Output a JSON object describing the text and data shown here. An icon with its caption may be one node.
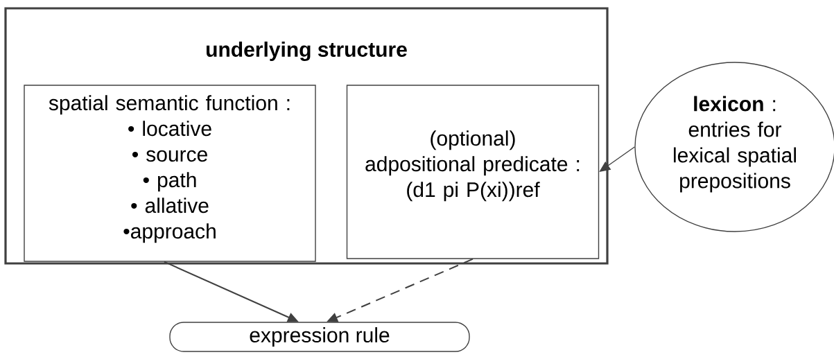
{
  "diagram": {
    "nodes": [
      {
        "text": [
          "underlying structure"
        ]
      },
      {
        "text": [
          "spatial semantic function :",
          "• locative",
          "• source",
          "• path",
          "• allative",
          "•approach"
        ],
        "in": 0
      },
      {
        "text": [
          "(optional)",
          "adpositional predicate :",
          "(d1 pi P(xi))ref"
        ],
        "in": 0
      },
      {
        "text": [
          "**lexicon** :",
          "entries for lexical spatial prepositions"
        ]
      },
      {
        "text": [
          "expression rule"
        ]
      }
    ],
    "edges": [
      {
        "from": 3,
        "to": 2,
        "arrow": "to"
      },
      {
        "from": 1,
        "to": 4,
        "arrow": "to"
      },
      {
        "from": 2,
        "to": 4,
        "arrow": "to",
        "style": "dashed"
      }
    ]
  }
}
